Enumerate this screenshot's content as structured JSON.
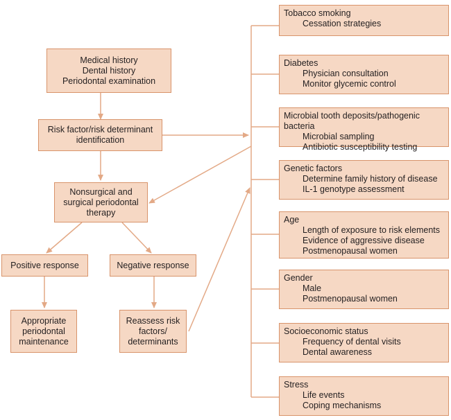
{
  "flow": {
    "history": [
      "Medical history",
      "Dental history",
      "Periodontal examination"
    ],
    "risk_id": [
      "Risk factor/risk determinant",
      "identification"
    ],
    "therapy": [
      "Nonsurgical and",
      "surgical periodontal",
      "therapy"
    ],
    "positive": "Positive response",
    "negative": "Negative response",
    "maintenance": [
      "Appropriate",
      "periodontal",
      "maintenance"
    ],
    "reassess": [
      "Reassess risk",
      "factors/",
      "determinants"
    ]
  },
  "risk_factors": [
    {
      "title": "Tobacco smoking",
      "items": [
        "Cessation strategies"
      ]
    },
    {
      "title": "Diabetes",
      "items": [
        "Physician consultation",
        "Monitor glycemic control"
      ]
    },
    {
      "title": "Microbial tooth deposits/pathogenic bacteria",
      "items": [
        "Microbial sampling",
        "Antibiotic susceptibility testing"
      ]
    },
    {
      "title": "Genetic factors",
      "items": [
        "Determine family history of disease",
        "IL-1 genotype assessment"
      ]
    },
    {
      "title": "Age",
      "items": [
        "Length of exposure to risk elements",
        "Evidence of aggressive disease",
        "Postmenopausal women"
      ]
    },
    {
      "title": "Gender",
      "items": [
        "Male",
        "Postmenopausal women"
      ]
    },
    {
      "title": "Socioeconomic status",
      "items": [
        "Frequency of dental visits",
        "Dental awareness"
      ]
    },
    {
      "title": "Stress",
      "items": [
        "Life events",
        "Coping mechanisms"
      ]
    }
  ],
  "colors": {
    "box_fill": "#f6d8c4",
    "box_border": "#d8936a",
    "arrow": "#e3a986"
  }
}
